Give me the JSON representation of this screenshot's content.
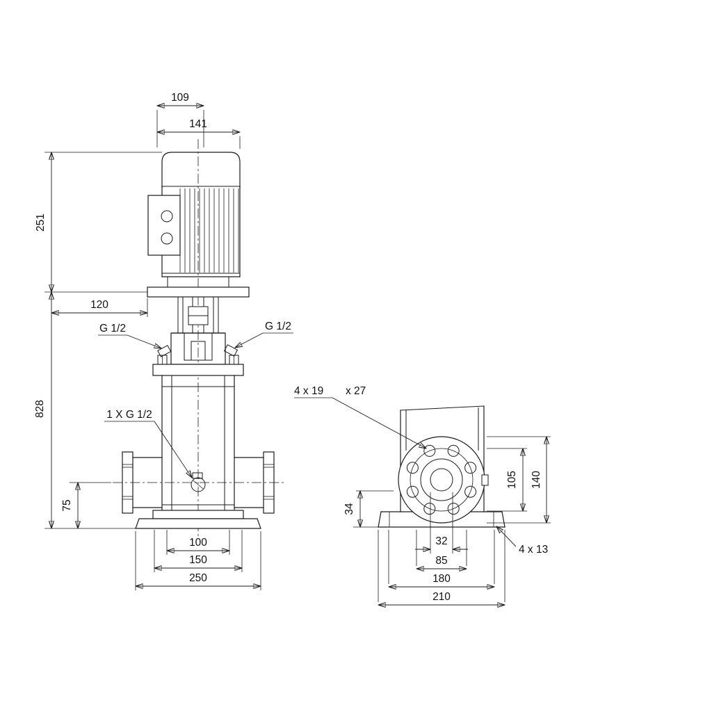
{
  "front_view": {
    "dim_109": "109",
    "dim_141": "141",
    "dim_251": "251",
    "dim_120": "120",
    "g_half_left": "G 1/2",
    "g_half_right": "G 1/2",
    "dim_828": "828",
    "drain_label": "1 X G 1/2",
    "dim_75": "75",
    "dim_100": "100",
    "dim_150": "150",
    "dim_250": "250"
  },
  "side_view": {
    "flange_holes_label": "4 x 19",
    "flange_holes_label_2": "x 27",
    "dim_34": "34",
    "dim_105": "105",
    "dim_140": "140",
    "base_holes_label": "4 x 13",
    "dim_32": "32",
    "dim_85": "85",
    "dim_180": "180",
    "dim_210": "210"
  }
}
